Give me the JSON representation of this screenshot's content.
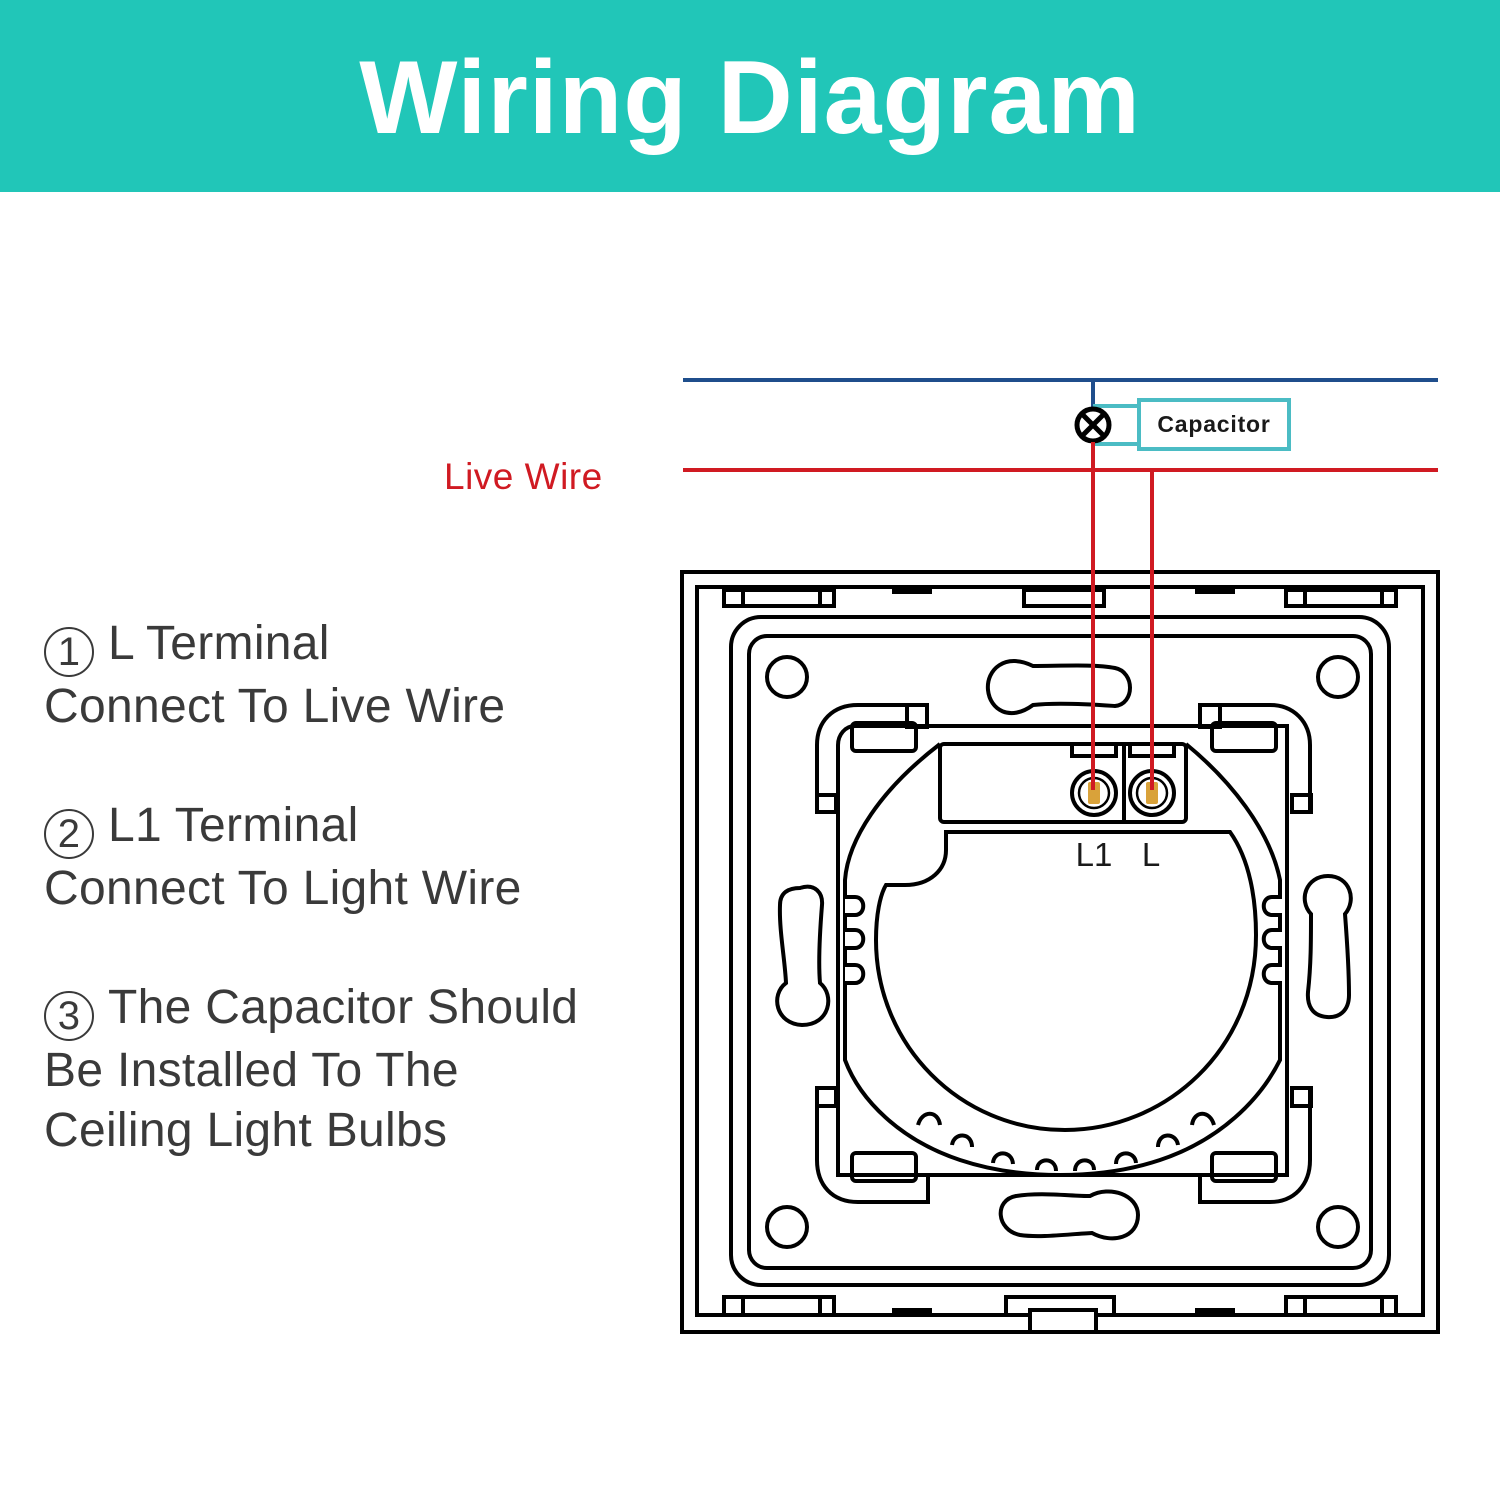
{
  "header": {
    "title": "Wiring Diagram",
    "background_color": "#21c6b8"
  },
  "labels": {
    "live_wire": "Live Wire",
    "capacitor": "Capacitor",
    "terminal_l1": "L1",
    "terminal_l": "L"
  },
  "instructions": [
    {
      "number": "1",
      "lines": [
        "L Terminal",
        "Connect To Live Wire"
      ]
    },
    {
      "number": "2",
      "lines": [
        "L1 Terminal",
        "Connect To Light Wire"
      ]
    },
    {
      "number": "3",
      "lines": [
        "The Capacitor Should",
        "Be Installed To The",
        "Ceiling Light Bulbs"
      ]
    }
  ],
  "colors": {
    "neutral_wire": "#1f4e8c",
    "live_wire": "#d01a22",
    "capacitor_box": "#4bbcc4",
    "terminal_screw": "#d9a23a",
    "outline": "#000000",
    "text": "#3a3a3a"
  },
  "components": {
    "lamp_symbol": "lamp-cross-circle",
    "wires": [
      "neutral-wire",
      "live-wire",
      "light-wire-to-L1",
      "live-wire-to-L"
    ]
  }
}
